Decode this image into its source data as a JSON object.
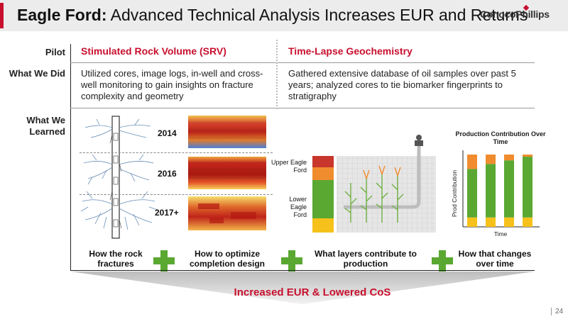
{
  "header": {
    "title_bold": "Eagle Ford:",
    "title_rest": " Advanced Technical Analysis Increases EUR and Returns",
    "logo": "ConocoPhillips"
  },
  "rows": {
    "pilot": "Pilot",
    "what_we_did": "What We Did",
    "what_we_learned": "What We Learned"
  },
  "srv": {
    "pilot": "Stimulated Rock Volume (SRV)",
    "did": "Utilized cores, image logs, in-well and cross-well monitoring to gain insights on fracture complexity and geometry",
    "years": [
      "2014",
      "2016",
      "2017+"
    ]
  },
  "geochem": {
    "pilot": "Time-Lapse Geochemistry",
    "did": "Gathered extensive database of oil samples over past 5 years; analyzed cores to tie biomarker fingerprints to stratigraphy",
    "upper_label": "Upper Eagle Ford",
    "lower_label": "Lower Eagle Ford"
  },
  "production_chart": {
    "title": "Production Contribution Over Time",
    "ylabel": "Prod Contribution",
    "xlabel": "Time"
  },
  "summary": {
    "items": [
      "How the rock fractures",
      "How to optimize completion design",
      "What layers contribute to production",
      "How that changes over time"
    ],
    "result": "Increased EUR & Lowered CoS"
  },
  "page_number": "24",
  "colors": {
    "accent": "#c8102e",
    "plus": "#5aa832",
    "layer_upper_red": "#c8362c",
    "layer_upper_orange": "#f08c2e",
    "layer_lower_green": "#5aa832",
    "layer_lower_yellow": "#f6c11b"
  },
  "chart_data": {
    "type": "bar",
    "title": "Production Contribution Over Time",
    "xlabel": "Time",
    "ylabel": "Prod Contribution",
    "categories": [
      "",
      "",
      "",
      ""
    ],
    "series": [
      {
        "values": [
          0.13,
          0.13,
          0.13,
          0.13
        ]
      },
      {
        "values": [
          0.67,
          0.74,
          0.79,
          0.84
        ]
      },
      {
        "values": [
          0.2,
          0.13,
          0.08,
          0.03
        ]
      }
    ],
    "stacked": true,
    "ylim": [
      0,
      1
    ]
  }
}
